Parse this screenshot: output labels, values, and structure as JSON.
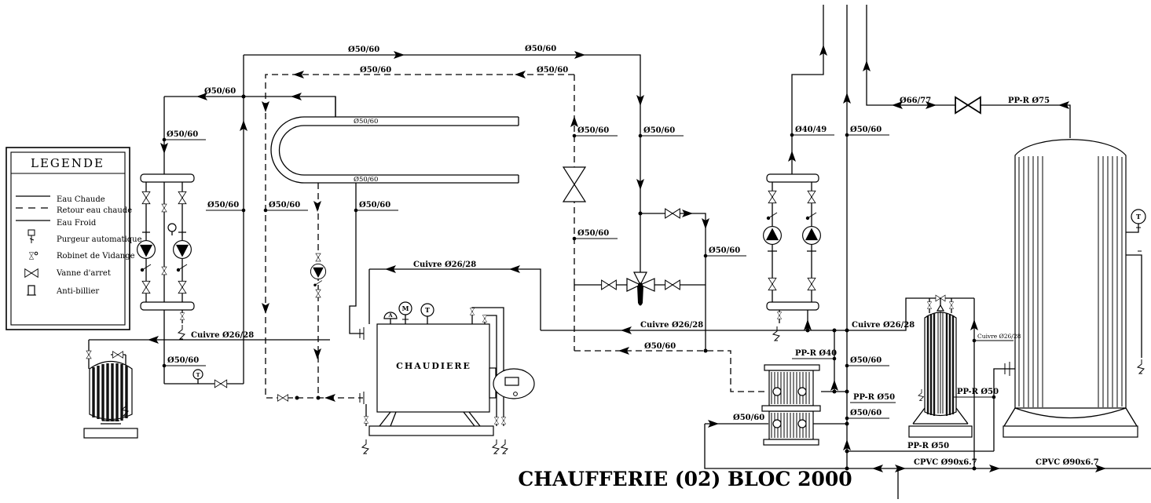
{
  "title": "CHAUFFERIE (02) BLOC 2000",
  "legend": {
    "title": "LEGENDE",
    "items": [
      {
        "symbol": "solid-line",
        "label": "Eau Chaude"
      },
      {
        "symbol": "dashed-line",
        "label": "Retour eau chaude"
      },
      {
        "symbol": "solid-line",
        "label": "Eau Froid"
      },
      {
        "symbol": "auto-purger",
        "label": "Purgeur automatique"
      },
      {
        "symbol": "drain-valve",
        "label": "Robinet de Vidange"
      },
      {
        "symbol": "shutoff-valve",
        "label": "Vanne d'arret"
      },
      {
        "symbol": "anti-hammer",
        "label": "Anti-billier"
      }
    ]
  },
  "labels": {
    "d50_60": "Ø50/60",
    "d40_49": "Ø40/49",
    "d66_77": "Ø66/77",
    "ppr_75": "PP-R Ø75",
    "ppr_50": "PP-R Ø50",
    "ppr_40": "PP-R Ø40",
    "cpvc_90": "CPVC Ø90x6.7",
    "cuivre_26_28": "Cuivre Ø26/28"
  },
  "equipment": {
    "boiler_label": "CHAUDIERE",
    "boiler_gauge_safety": "A",
    "boiler_gauge_manometer": "M",
    "boiler_gauge_thermometer": "T",
    "tank_thermometer": "T",
    "line_thermometer": "T"
  },
  "colors": {
    "line": "#000000",
    "background": "#ffffff"
  }
}
